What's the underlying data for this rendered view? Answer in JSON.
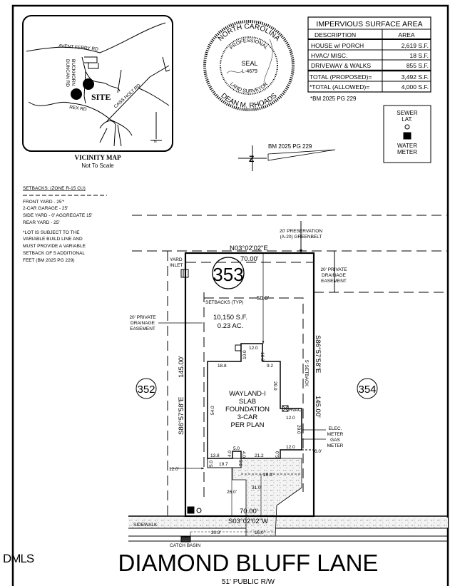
{
  "vicinity_map": {
    "title": "VICINITY MAP",
    "subtitle": "Not To Scale",
    "roads": [
      "AVENT FERRY RD",
      "BUCKHORN",
      "DUNCAN RD",
      "REX RD",
      "CASS HOLT RD"
    ],
    "site_label": "SITE",
    "north_label": "N"
  },
  "seal": {
    "top_text": "NORTH CAROLINA",
    "inner_top": "PROFESSIONAL",
    "center": "SEAL",
    "number": "L-4679",
    "inner_bottom": "LAND SURVEYOR",
    "bottom_text": "DEAN M. RHOADS"
  },
  "impervious_table": {
    "title": "IMPERVIOUS SURFACE AREA",
    "headers": [
      "DESCRIPTION",
      "AREA"
    ],
    "rows": [
      [
        "HOUSE w/ PORCH",
        "2,619 S.F."
      ],
      [
        "HVAC/ MISC.",
        "18 S.F."
      ],
      [
        "DRIVEWAY & WALKS",
        "855 S.F."
      ],
      [
        "TOTAL (PROPOSED)=",
        "3,492 S.F."
      ],
      [
        "*TOTAL (ALLOWED)=",
        "4,000 S.F."
      ]
    ],
    "note": "*BM 2025 PG 229"
  },
  "legend": {
    "sewer": [
      "SEWER",
      "LAT."
    ],
    "water": [
      "WATER",
      "METER"
    ]
  },
  "north_arrow": {
    "bm_ref": "BM 2025 PG 229"
  },
  "setbacks": {
    "title": "SETBACKS: (ZONE R-15 CU)",
    "items": [
      "FRONT YARD - 25'*",
      "2-CAR GARAGE - 25'",
      "SIDE YARD - 0' AGGREGATE 15'",
      "REAR YARD - 25'"
    ],
    "note": [
      "*LOT IS SUBJECT TO THE",
      "VARIABLE BUILD LINE AND",
      "MUST PROVIDE A VARIABLE",
      "SETBACK OF 5 ADDITIONAL",
      "FEET (BM 2025 PG 229)"
    ]
  },
  "plan": {
    "preservation": [
      "20' PRESERVATION",
      "(A-20) GREENBELT"
    ],
    "drainage_right": [
      "20' PRIVATE",
      "DRAINAGE",
      "EASEMENT"
    ],
    "drainage_left": [
      "20' PRIVATE",
      "DRAINAGE",
      "EASEMENT"
    ],
    "yard_inlet": [
      "YARD",
      "INLET"
    ],
    "lot_number": "353",
    "lot_left": "352",
    "lot_right": "354",
    "rear_bearing": "N03°02'02\"E",
    "rear_distance": "70.00'",
    "setbacks_typ": "SETBACKS (TYP)",
    "rear_setback_dim": "50.0'",
    "area_sf": "10,150 S.F.",
    "area_ac": "0.23 AC.",
    "left_bearing": "S86°57'58\"E",
    "left_distance": "145.00'",
    "right_bearing": "S86°57'58\"E",
    "right_distance": "145.00'",
    "side_setback": "5' SETBACK",
    "front_bearing": "S03°02'02\"W",
    "front_distance": "70.00'",
    "house_label": [
      "WAYLAND-I",
      "SLAB",
      "FOUNDATION",
      "3-CAR",
      "PER PLAN"
    ],
    "hvac": "HVAC",
    "meters": [
      "ELEC.",
      "METER",
      "GAS",
      "METER"
    ],
    "dims": {
      "bump_w": "12.0",
      "bump_l": "10.0",
      "bump_r": "10.0",
      "top_left": "18.8",
      "top_right": "9.2",
      "right_upper": "29.0",
      "left": "54.0",
      "garage_top": "12.0",
      "garage_side": "20.0",
      "garage_bottom": "12.0",
      "meter_offset": "6.0'",
      "bottom_left": "13.8",
      "notch_v1": "4.0",
      "notch_w": "5.0",
      "notch_v2": "4.0",
      "bottom_mid": "21.2",
      "bottom_right": "5.0",
      "porch_side": "5.0",
      "porch_w": "19.7",
      "porch_side2": "5.0",
      "left_offset": "12.0'",
      "drive_w": "29.0'",
      "drive_l": "31.0'",
      "front_setback": "26.0'",
      "basin_offset": "30.9'",
      "apron_w": "16.0'"
    },
    "sidewalk": "SIDEWALK",
    "catch_basin": "CATCH BASIN",
    "street_name": "DIAMOND BLUFF LANE",
    "row": "51' PUBLIC R/W"
  },
  "watermark": "DMLS"
}
